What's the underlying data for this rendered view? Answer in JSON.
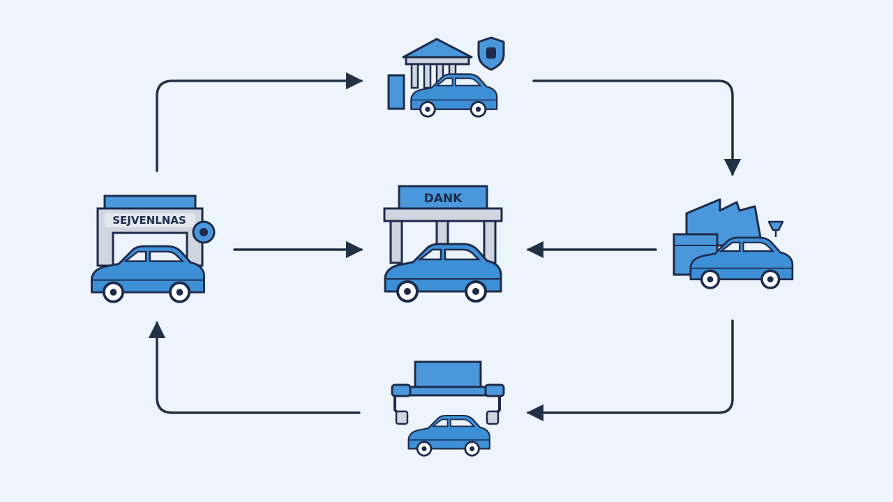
{
  "colors": {
    "background": "#eef4fb",
    "outline": "#1e2a4a",
    "car_fill": "#3d8fd6",
    "car_light": "#5aa7e8",
    "building_fill": "#cfd6df",
    "sign_fill": "#4a97dc",
    "arrow": "#243044"
  },
  "nodes": {
    "top": {
      "icon": "bank-with-car-and-shield-icon"
    },
    "center": {
      "icon": "bank-building-with-car-icon",
      "sign_text": "DANK"
    },
    "left": {
      "icon": "dealership-with-car-icon",
      "sign_text": "SEJVENLNAS"
    },
    "right": {
      "icon": "factory-with-car-icon"
    },
    "bottom": {
      "icon": "assembly-robot-with-car-icon"
    }
  },
  "flows": [
    {
      "from": "left",
      "to": "top"
    },
    {
      "from": "top",
      "to": "right"
    },
    {
      "from": "left",
      "to": "center"
    },
    {
      "from": "right",
      "to": "center"
    },
    {
      "from": "right",
      "to": "bottom"
    },
    {
      "from": "bottom",
      "to": "left"
    }
  ]
}
